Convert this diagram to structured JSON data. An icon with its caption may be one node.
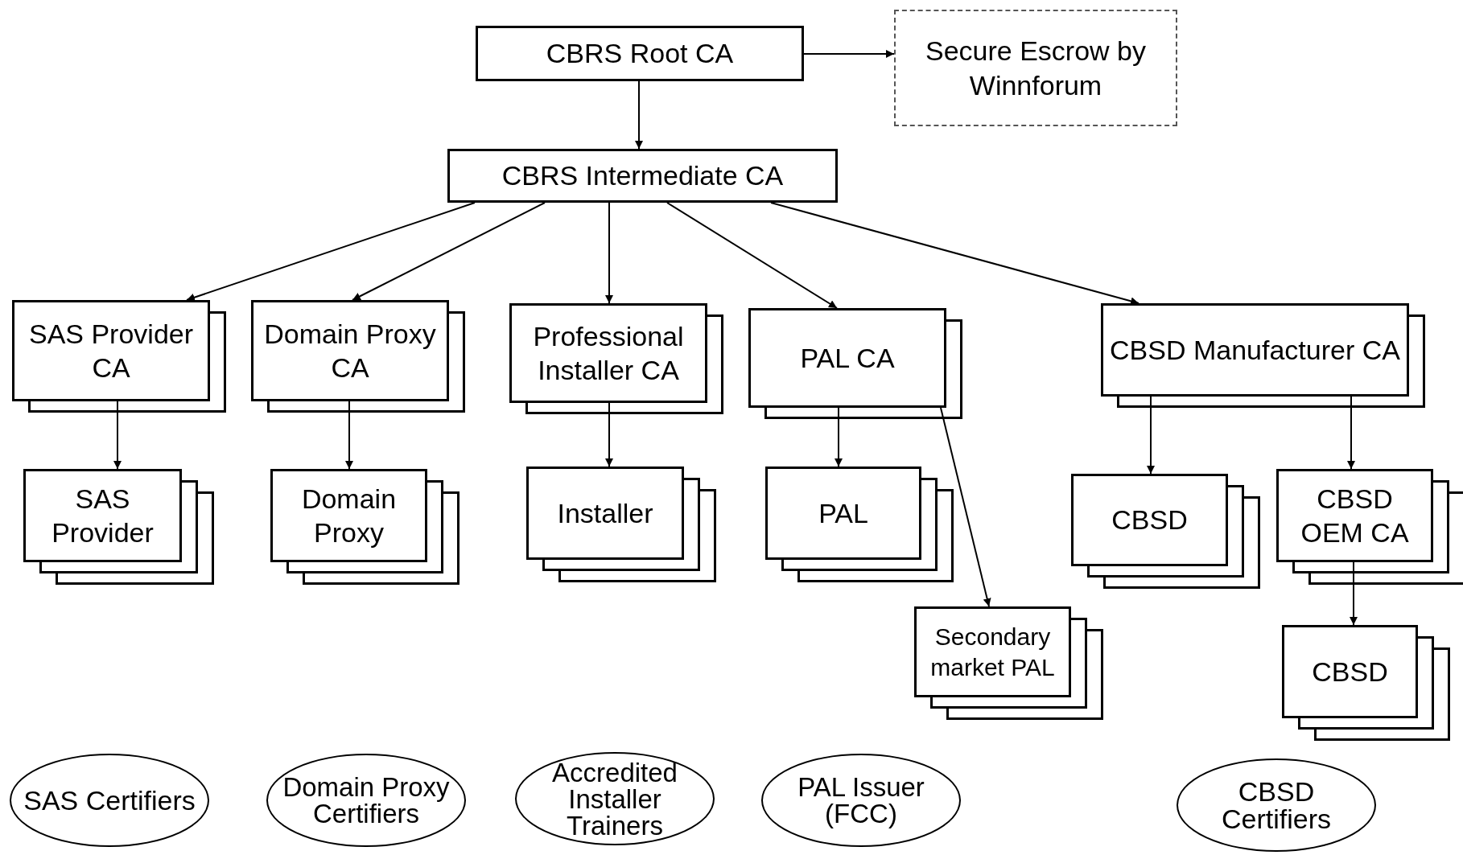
{
  "diagram": {
    "nodes": [
      {
        "text": [
          "CBRS Root CA"
        ]
      },
      {
        "text": [
          "Secure Escrow by Winnforum"
        ]
      },
      {
        "text": [
          "CBRS Intermediate CA"
        ]
      },
      {
        "text": [
          "SAS Provider CA"
        ]
      },
      {
        "text": [
          "Domain Proxy CA"
        ]
      },
      {
        "text": [
          "Professional Installer CA"
        ]
      },
      {
        "text": [
          "PAL CA"
        ]
      },
      {
        "text": [
          "CBSD Manufacturer CA"
        ]
      },
      {
        "text": [
          "SAS Provider"
        ]
      },
      {
        "text": [
          "Domain Proxy"
        ]
      },
      {
        "text": [
          "Installer"
        ]
      },
      {
        "text": [
          "PAL"
        ]
      },
      {
        "text": [
          "Secondary market PAL"
        ]
      },
      {
        "text": [
          "CBSD"
        ]
      },
      {
        "text": [
          "CBSD OEM CA"
        ]
      },
      {
        "text": [
          "CBSD"
        ]
      },
      {
        "text": [
          "SAS Certifiers"
        ]
      },
      {
        "text": [
          "Domain Proxy Certifiers"
        ]
      },
      {
        "text": [
          "Accredited Installer Trainers"
        ]
      },
      {
        "text": [
          "PAL Issuer (FCC)"
        ]
      },
      {
        "text": [
          "CBSD Certifiers"
        ]
      }
    ],
    "edges": [
      {
        "from": 0,
        "to": 1,
        "arrow": "to"
      },
      {
        "from": 0,
        "to": 2,
        "arrow": "to"
      },
      {
        "from": 2,
        "to": 3,
        "arrow": "to"
      },
      {
        "from": 2,
        "to": 4,
        "arrow": "to"
      },
      {
        "from": 2,
        "to": 5,
        "arrow": "to"
      },
      {
        "from": 2,
        "to": 6,
        "arrow": "to"
      },
      {
        "from": 2,
        "to": 7,
        "arrow": "to"
      },
      {
        "from": 3,
        "to": 8,
        "arrow": "to"
      },
      {
        "from": 4,
        "to": 9,
        "arrow": "to"
      },
      {
        "from": 5,
        "to": 10,
        "arrow": "to"
      },
      {
        "from": 6,
        "to": 11,
        "arrow": "to"
      },
      {
        "from": 6,
        "to": 12,
        "arrow": "to"
      },
      {
        "from": 7,
        "to": 13,
        "arrow": "to"
      },
      {
        "from": 7,
        "to": 14,
        "arrow": "to"
      },
      {
        "from": 14,
        "to": 15,
        "arrow": "to"
      }
    ]
  }
}
